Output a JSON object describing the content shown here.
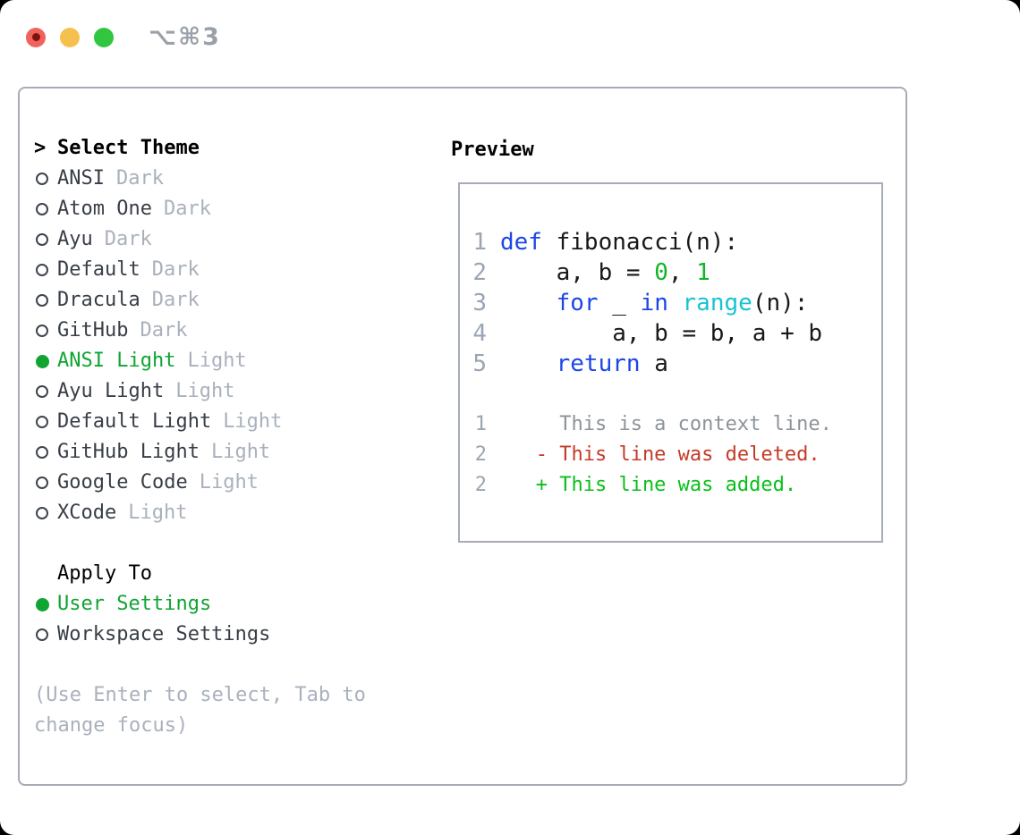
{
  "titlebar": {
    "title": "⌥⌘3",
    "buttons": [
      "close",
      "minimize",
      "zoom"
    ]
  },
  "colors": {
    "accent_green": "#10a432",
    "keyword_blue": "#1c45e8",
    "function_cyan": "#17c3cf",
    "literal_green": "#0eb628",
    "diff_red": "#c53a28",
    "diff_green": "#0abf1b",
    "context_gray": "#8d939b",
    "lineno_gray": "#9aa5b3",
    "muted_gray": "#a9b1bd",
    "border_gray": "#a6acb5",
    "traffic_red": "#f0635c",
    "traffic_yellow": "#f6c04f",
    "traffic_green": "#31c63f"
  },
  "theme_panel": {
    "title_marker": ">",
    "title": "Select Theme",
    "themes": [
      {
        "name": "ANSI",
        "tag": "Dark",
        "selected": false
      },
      {
        "name": "Atom One",
        "tag": "Dark",
        "selected": false
      },
      {
        "name": "Ayu",
        "tag": "Dark",
        "selected": false
      },
      {
        "name": "Default",
        "tag": "Dark",
        "selected": false
      },
      {
        "name": "Dracula",
        "tag": "Dark",
        "selected": false
      },
      {
        "name": "GitHub",
        "tag": "Dark",
        "selected": false
      },
      {
        "name": "ANSI Light",
        "tag": "Light",
        "selected": true
      },
      {
        "name": "Ayu Light",
        "tag": "Light",
        "selected": false
      },
      {
        "name": "Default Light",
        "tag": "Light",
        "selected": false
      },
      {
        "name": "GitHub Light",
        "tag": "Light",
        "selected": false
      },
      {
        "name": "Google Code",
        "tag": "Light",
        "selected": false
      },
      {
        "name": "XCode",
        "tag": "Light",
        "selected": false
      }
    ],
    "apply_to": {
      "title": "Apply To",
      "options": [
        {
          "label": "User Settings",
          "selected": true
        },
        {
          "label": "Workspace Settings",
          "selected": false
        }
      ]
    },
    "help_lines": [
      "(Use Enter to select, Tab to",
      "change focus)"
    ]
  },
  "preview": {
    "title": "Preview",
    "code_lines": [
      {
        "no": "1",
        "segs": [
          {
            "t": "def",
            "c": "kw"
          },
          {
            "t": " fibonacci(n):",
            "c": "def"
          }
        ]
      },
      {
        "no": "2",
        "segs": [
          {
            "t": "    a, b = ",
            "c": "def"
          },
          {
            "t": "0",
            "c": "num"
          },
          {
            "t": ", ",
            "c": "def"
          },
          {
            "t": "1",
            "c": "num"
          }
        ]
      },
      {
        "no": "3",
        "segs": [
          {
            "t": "    ",
            "c": "def"
          },
          {
            "t": "for",
            "c": "kw"
          },
          {
            "t": " _ ",
            "c": "def"
          },
          {
            "t": "in",
            "c": "kw"
          },
          {
            "t": " ",
            "c": "def"
          },
          {
            "t": "range",
            "c": "fn"
          },
          {
            "t": "(n):",
            "c": "def"
          }
        ]
      },
      {
        "no": "4",
        "segs": [
          {
            "t": "        a, b = b, a + b",
            "c": "def"
          }
        ]
      },
      {
        "no": "5",
        "segs": [
          {
            "t": "    ",
            "c": "def"
          },
          {
            "t": "return",
            "c": "kw"
          },
          {
            "t": " a",
            "c": "def"
          }
        ]
      }
    ],
    "diff_lines": [
      {
        "no": "1",
        "text": "     This is a context line.",
        "kind": "ctx"
      },
      {
        "no": "2",
        "text": "   - This line was deleted.",
        "kind": "del"
      },
      {
        "no": "2",
        "text": "   + This line was added.",
        "kind": "add"
      }
    ]
  }
}
